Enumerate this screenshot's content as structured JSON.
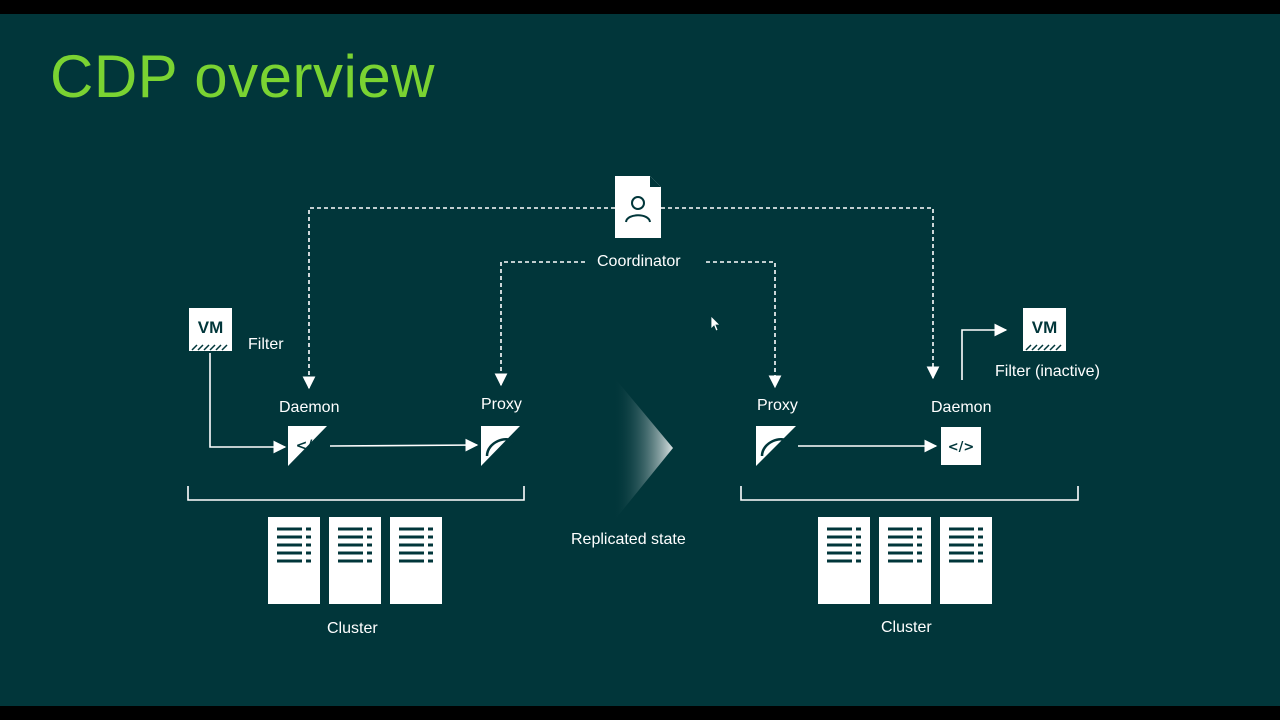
{
  "slide": {
    "title": "CDP overview"
  },
  "labels": {
    "coordinator": "Coordinator",
    "filter": "Filter",
    "filter_inactive": "Filter (inactive)",
    "daemon_left": "Daemon",
    "proxy_left": "Proxy",
    "proxy_right": "Proxy",
    "daemon_right": "Daemon",
    "replicated_state": "Replicated state",
    "cluster_left": "Cluster",
    "cluster_right": "Cluster",
    "vm_left": "VM",
    "vm_right": "VM",
    "code_left": "</",
    "code_right": "</>"
  },
  "icons": {
    "coordinator": "document-user-icon",
    "vm": "vm-icon",
    "daemon": "code-icon",
    "proxy": "gauge-icon",
    "server": "server-icon",
    "replication": "triangle-gradient-icon",
    "cursor": "mouse-cursor-icon"
  },
  "colors": {
    "background": "#01363a",
    "title": "#7ad332",
    "foreground": "#ffffff"
  }
}
